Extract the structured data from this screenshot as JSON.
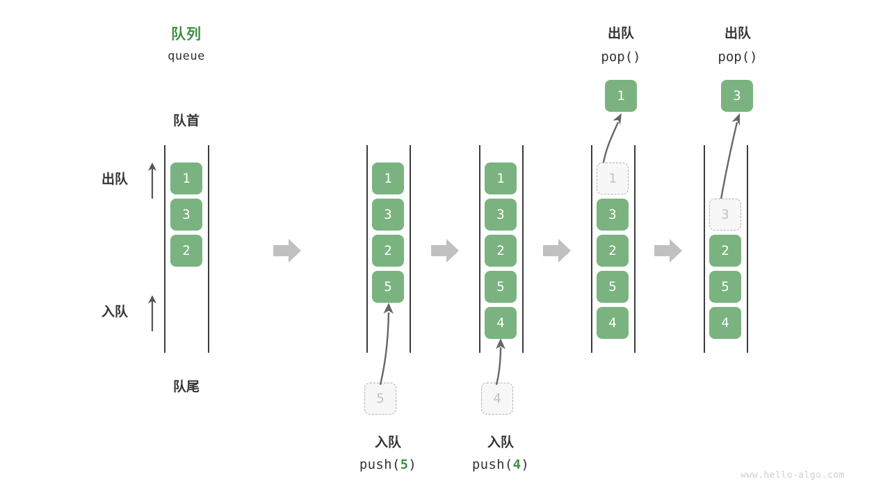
{
  "meta": {
    "watermark": "www.hello-algo.com",
    "accent_green": "#3e9142",
    "block_green": "#7ab380",
    "ghost_gray": "#c2c2c2",
    "arrow_gray": "#c0c0c0",
    "line_gray": "#666666",
    "text_dark": "#333333"
  },
  "title": {
    "cn": "队列",
    "en": "queue"
  },
  "labels": {
    "head": "队首",
    "tail": "队尾",
    "dequeue": "出队",
    "enqueue": "入队"
  },
  "chart_data": {
    "type": "diagram",
    "title": "队列 queue",
    "description": "Queue push and pop operations shown across five successive states",
    "stages": [
      {
        "id": "initial",
        "blocks": [
          "1",
          "3",
          "2"
        ],
        "ghost_index": null,
        "popped_value": null,
        "incoming_value": null,
        "caption_cn": null,
        "caption_code": null
      },
      {
        "id": "push-5",
        "blocks": [
          "1",
          "3",
          "2",
          "5"
        ],
        "ghost_index": null,
        "popped_value": null,
        "incoming_value": "5",
        "caption_cn": "入队",
        "caption_code_prefix": "push(",
        "caption_code_arg": "5",
        "caption_code_suffix": ")"
      },
      {
        "id": "push-4",
        "blocks": [
          "1",
          "3",
          "2",
          "5",
          "4"
        ],
        "ghost_index": null,
        "popped_value": null,
        "incoming_value": "4",
        "caption_cn": "入队",
        "caption_code_prefix": "push(",
        "caption_code_arg": "4",
        "caption_code_suffix": ")"
      },
      {
        "id": "pop-1",
        "blocks": [
          "1",
          "3",
          "2",
          "5",
          "4"
        ],
        "ghost_index": 0,
        "popped_value": "1",
        "header_cn": "出队",
        "header_code": "pop()"
      },
      {
        "id": "pop-3",
        "blocks": [
          "3",
          "2",
          "5",
          "4"
        ],
        "ghost_index": 0,
        "popped_value": "3",
        "header_cn": "出队",
        "header_code": "pop()"
      }
    ],
    "transition_arrows": 4
  },
  "stage1": {
    "blocks": [
      "1",
      "3",
      "2"
    ]
  },
  "stage2": {
    "blocks": [
      "1",
      "3",
      "2",
      "5"
    ],
    "incoming": "5",
    "caption_cn": "入队",
    "code_prefix": "push(",
    "code_arg": "5",
    "code_suffix": ")"
  },
  "stage3": {
    "blocks": [
      "1",
      "3",
      "2",
      "5",
      "4"
    ],
    "incoming": "4",
    "caption_cn": "入队",
    "code_prefix": "push(",
    "code_arg": "4",
    "code_suffix": ")"
  },
  "stage4": {
    "header_cn": "出队",
    "header_code": "pop()",
    "popped": "1",
    "ghost": "1",
    "blocks": [
      "3",
      "2",
      "5",
      "4"
    ]
  },
  "stage5": {
    "header_cn": "出队",
    "header_code": "pop()",
    "popped": "3",
    "ghost": "3",
    "blocks": [
      "2",
      "5",
      "4"
    ]
  }
}
